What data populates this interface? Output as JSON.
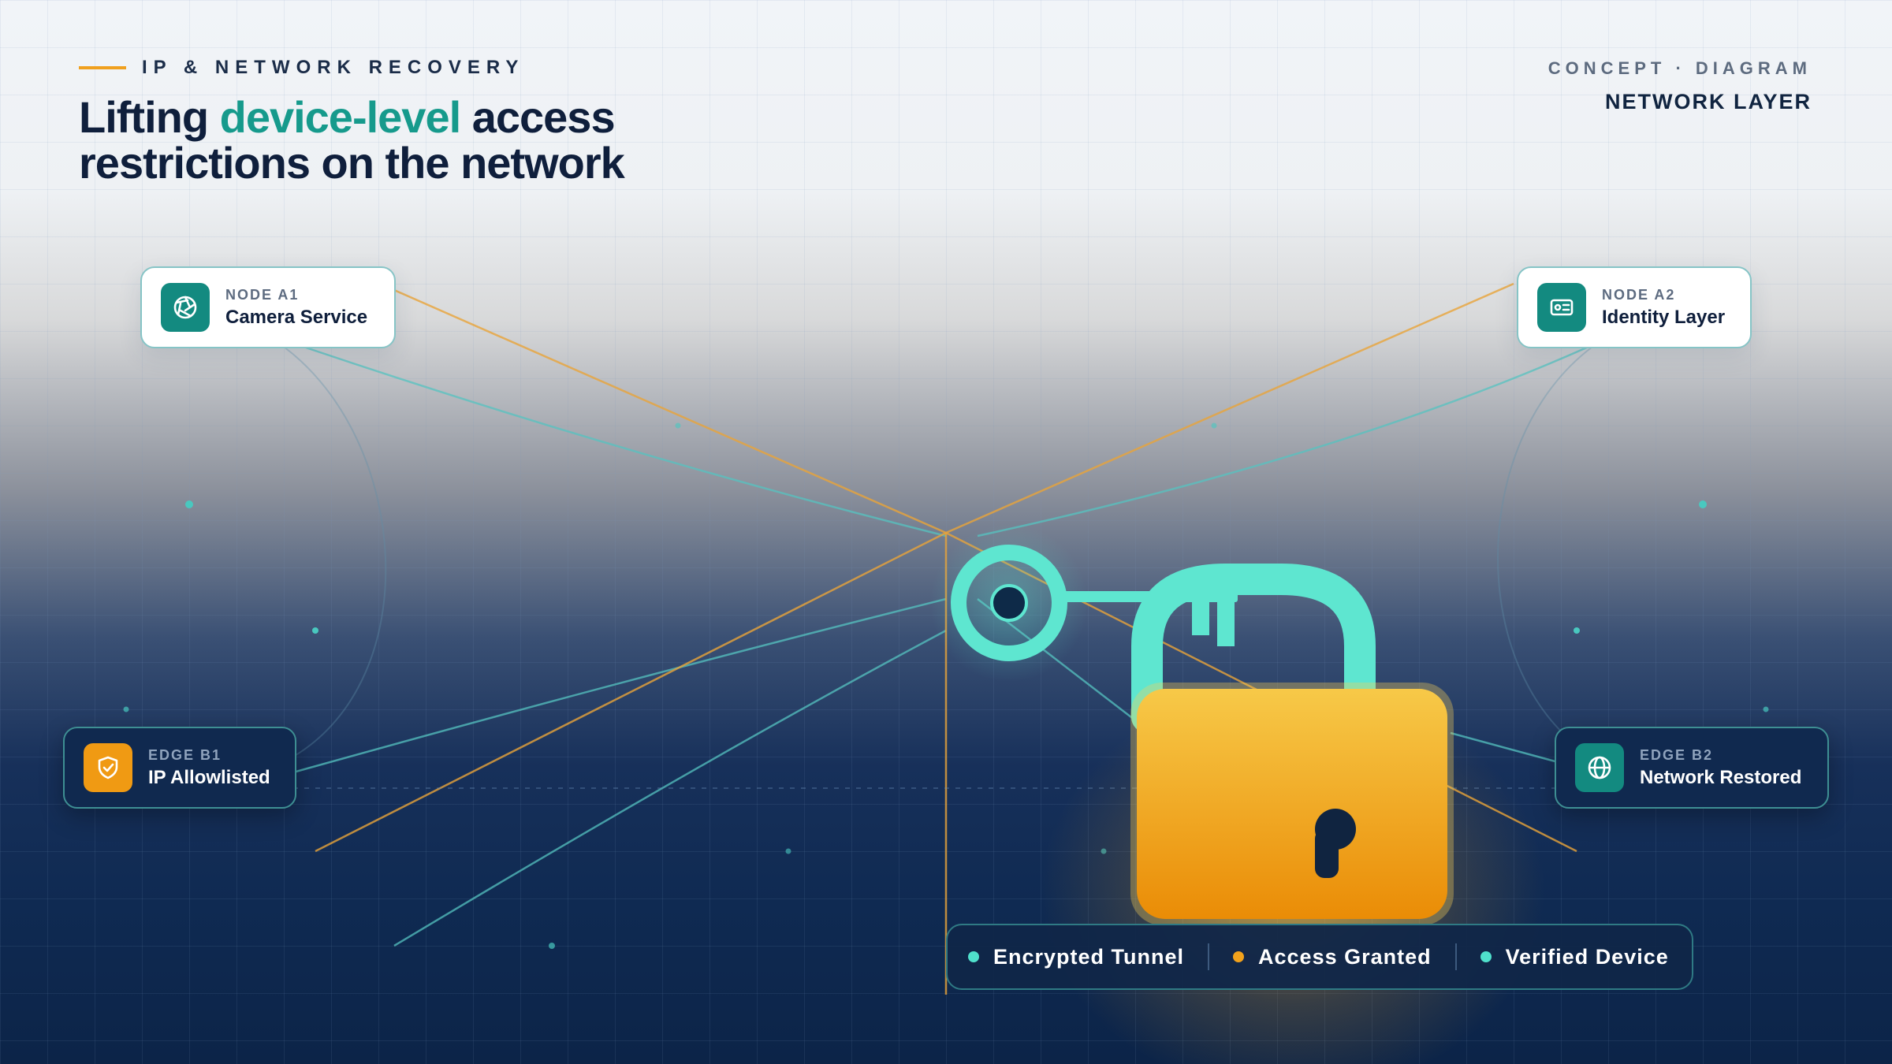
{
  "header": {
    "kicker": "IP & NETWORK RECOVERY",
    "title_part1": "Lifting",
    "title_highlight": "device-level",
    "title_part2": "access restrictions on the network",
    "corner_label": "CONCEPT · DIAGRAM",
    "corner_title": "NETWORK LAYER"
  },
  "nodes": [
    {
      "key": "NODE A1",
      "label": "Camera Service",
      "icon": "camera-aperture-icon"
    },
    {
      "key": "NODE A2",
      "label": "Identity Layer",
      "icon": "id-card-icon"
    },
    {
      "key": "EDGE B1",
      "label": "IP Allowlisted",
      "icon": "shield-check-icon"
    },
    {
      "key": "EDGE B2",
      "label": "Network Restored",
      "icon": "globe-icon"
    }
  ],
  "legend": [
    {
      "label": "Encrypted Tunnel",
      "color": "#4fe0cc"
    },
    {
      "label": "Access Granted",
      "color": "#f2a21c"
    },
    {
      "label": "Verified Device",
      "color": "#4fe0cc"
    }
  ],
  "colors": {
    "accent_teal": "#169a8c",
    "accent_orange": "#f0a01e",
    "navy": "#0f1f3c",
    "padlock_body": "#f5b21c",
    "key": "#5ee6d0"
  },
  "illustration": {
    "padlock": "padlock-open-icon",
    "key": "key-icon"
  }
}
